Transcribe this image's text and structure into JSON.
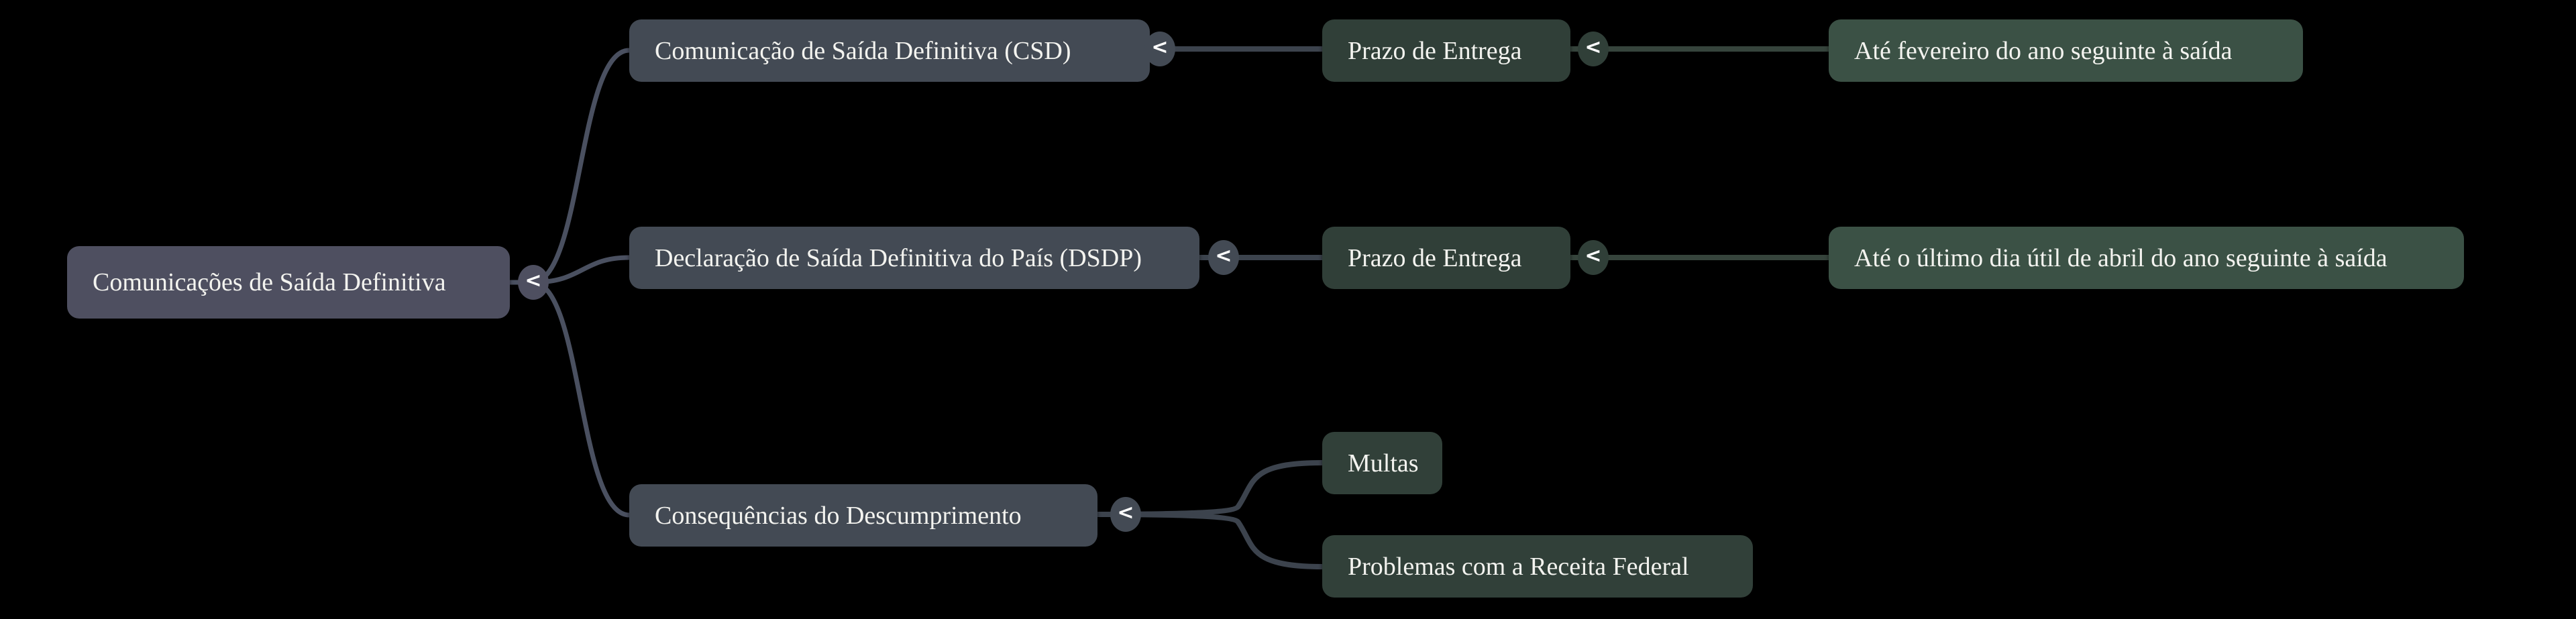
{
  "canvas": {
    "background": "#000000"
  },
  "colors": {
    "root_fill": "#4e4f60",
    "branch_fill": "#434a54",
    "green_dark_fill": "#303f38",
    "green_leaf_fill": "#3b5145",
    "link_slate": "#4a5060",
    "link_gray": "#3c434d",
    "link_green": "#36443c",
    "text": "#f3f3ef"
  },
  "icons": {
    "collapse_glyph": "<"
  },
  "mindmap": {
    "root": {
      "label": "Comunicações de Saída Definitiva"
    },
    "branches": [
      {
        "label": "Comunicação de Saída Definitiva (CSD)",
        "children": [
          {
            "label": "Prazo de Entrega",
            "children": [
              {
                "label": "Até fevereiro do ano seguinte à saída"
              }
            ]
          }
        ]
      },
      {
        "label": "Declaração de Saída Definitiva do País (DSDP)",
        "children": [
          {
            "label": "Prazo de Entrega",
            "children": [
              {
                "label": "Até o último dia útil de abril do ano seguinte à saída"
              }
            ]
          }
        ]
      },
      {
        "label": "Consequências do Descumprimento",
        "children": [
          {
            "label": "Multas"
          },
          {
            "label": "Problemas com a Receita Federal"
          }
        ]
      }
    ]
  }
}
